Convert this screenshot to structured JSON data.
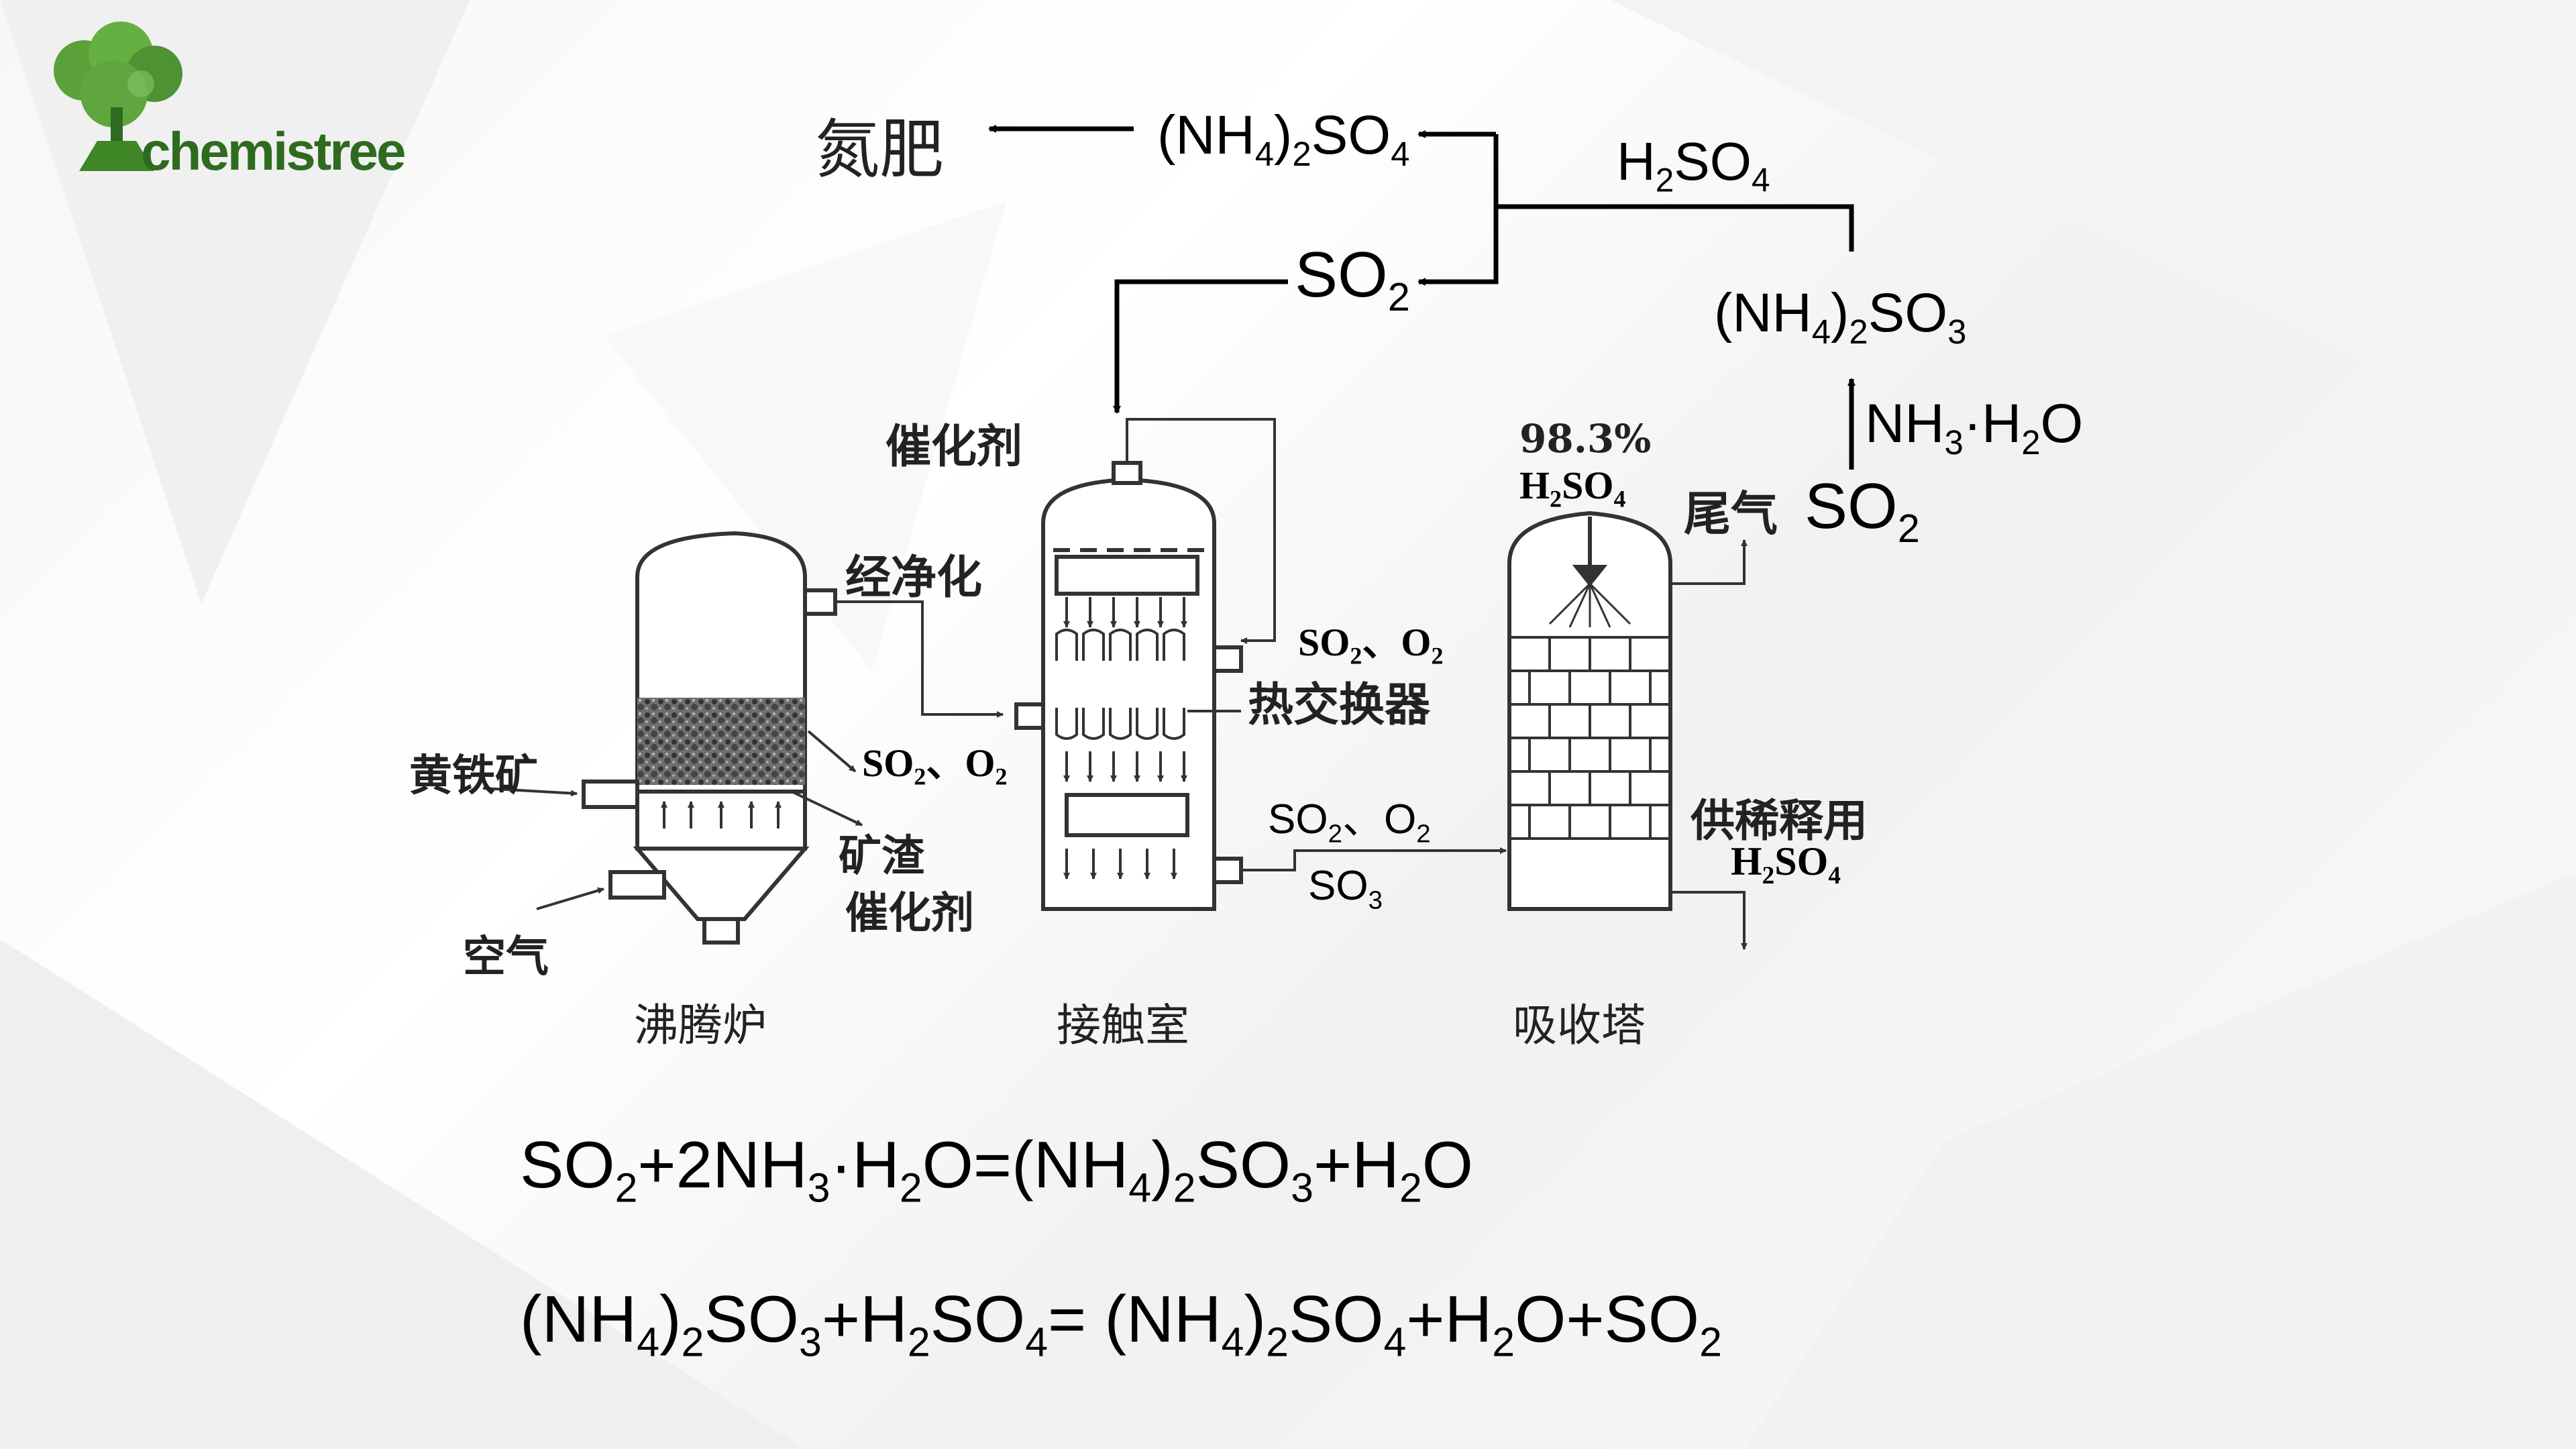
{
  "brand": {
    "name": "chemistree"
  },
  "top_flow": {
    "fertilizer": "氮肥",
    "ammonium_sulfate": "(NH4)2SO4",
    "sulfuric_acid": "H2SO4",
    "so2_recycled": "SO2",
    "ammonium_sulfite": "(NH4)2SO3",
    "ammonia_water": "NH3·H2O",
    "tail_so2": "SO2"
  },
  "diagram": {
    "catalyst_top": "催化剂",
    "purified": "经净化",
    "pyrite": "黄铁矿",
    "air": "空气",
    "so2_o2_furnace": "SO2、O2",
    "slag": "矿渣",
    "catalyst_bottom": "催化剂",
    "so2_o2_exchanger": "SO2、O2",
    "heat_exchanger": "热交换器",
    "so2_o2_outlet": "SO2、O2",
    "so3_outlet": "SO3",
    "acid_concentration": "98.3%",
    "acid_name": "H2SO4",
    "tail_gas": "尾气",
    "dilution_use": "供稀释用",
    "dilution_acid": "H2SO4"
  },
  "units": {
    "furnace": "沸腾炉",
    "contact_chamber": "接触室",
    "absorption_tower": "吸收塔"
  },
  "equations": [
    "SO2+2NH3·H2O=(NH4)2SO3+H2O",
    "(NH4)2SO3+H2SO4= (NH4)2SO4+H2O+SO2"
  ]
}
